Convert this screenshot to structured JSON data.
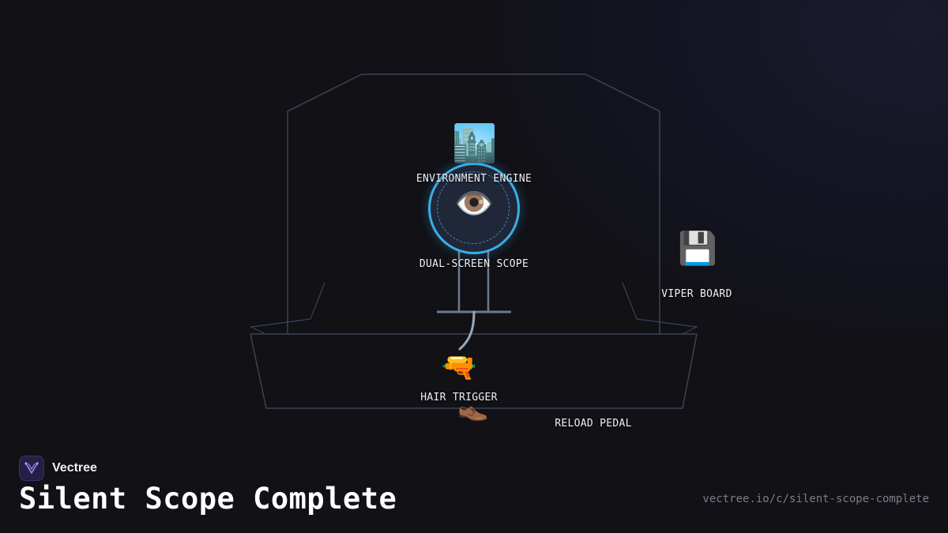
{
  "diagram": {
    "components": [
      {
        "id": "environment-engine",
        "label": "ENVIRONMENT ENGINE",
        "icon": "cityscape-icon",
        "glyph": "🏙️"
      },
      {
        "id": "dual-screen-scope",
        "label": "DUAL-SCREEN SCOPE",
        "icon": "eye-icon",
        "glyph": "👁️"
      },
      {
        "id": "viper-board",
        "label": "VIPER BOARD",
        "icon": "floppy-disk-icon",
        "glyph": "💾"
      },
      {
        "id": "hair-trigger",
        "label": "HAIR TRIGGER",
        "icon": "water-pistol-icon",
        "glyph": "🔫"
      },
      {
        "id": "reload-pedal",
        "label": "RELOAD PEDAL",
        "icon": "shoe-icon",
        "glyph": "👞"
      }
    ],
    "colors": {
      "outline": "#3a4456",
      "scope_ring": "#3aaee8",
      "cable": "#9aa8bc",
      "stand": "#6c7a8e"
    }
  },
  "footer": {
    "brand": "Vectree",
    "title": "Silent Scope Complete",
    "url": "vectree.io/c/silent-scope-complete"
  }
}
